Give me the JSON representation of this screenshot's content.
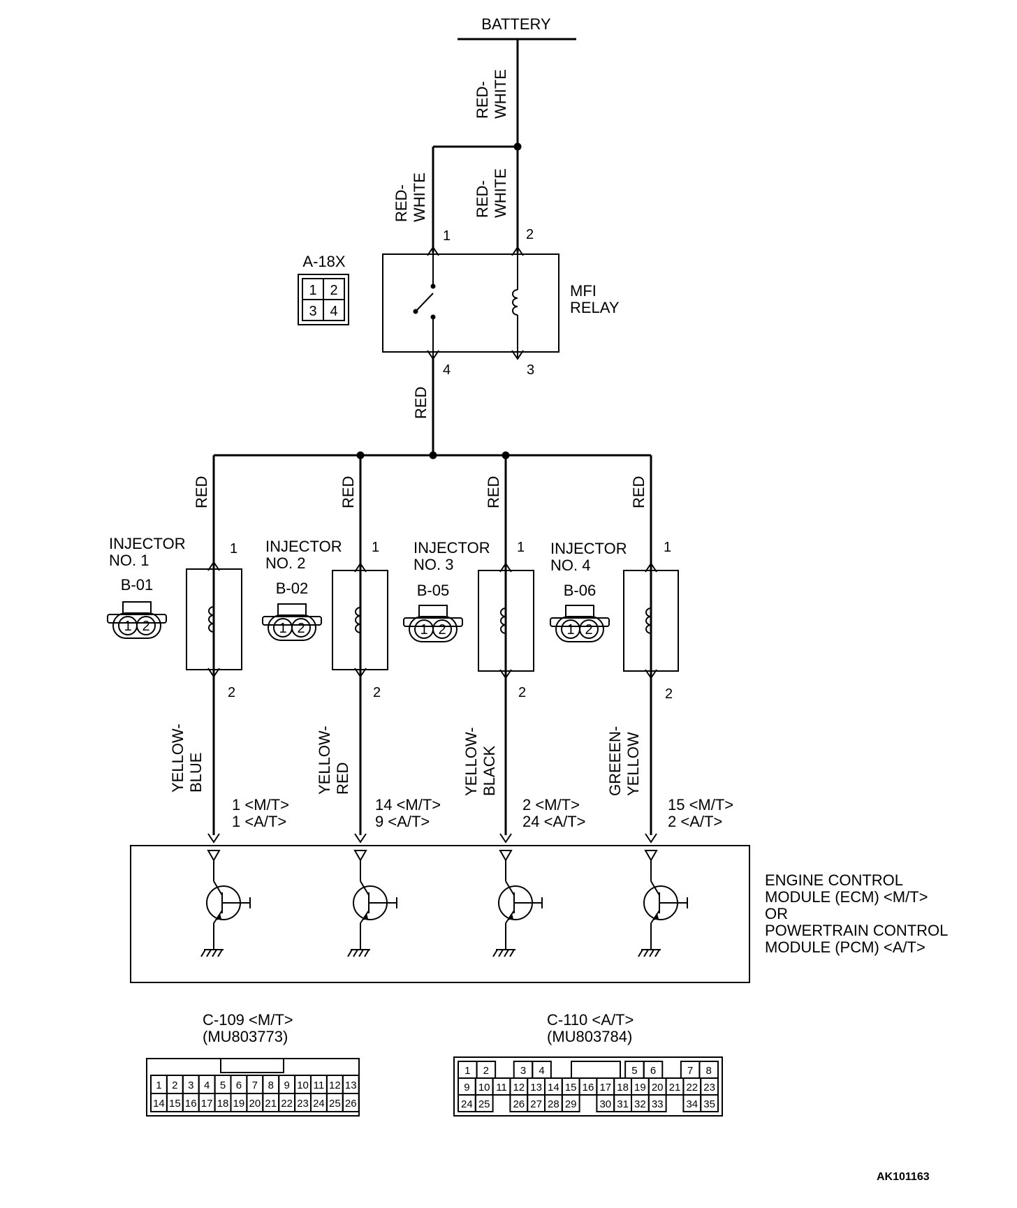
{
  "battery": "BATTERY",
  "wires": {
    "battery_main": [
      "RED-",
      "WHITE"
    ],
    "relay_pin1": [
      "RED-",
      "WHITE"
    ],
    "relay_pin2": [
      "RED-",
      "WHITE"
    ],
    "relay_out": "RED",
    "inj1_supply": "RED",
    "inj2_supply": "RED",
    "inj3_supply": "RED",
    "inj4_supply": "RED",
    "inj1_signal": [
      "YELLOW-",
      "BLUE"
    ],
    "inj2_signal": [
      "YELLOW-",
      "RED"
    ],
    "inj3_signal": [
      "YELLOW-",
      "BLACK"
    ],
    "inj4_signal": [
      "GREEEN-",
      "YELLOW"
    ]
  },
  "relay": {
    "name": [
      "MFI",
      "RELAY"
    ],
    "connector_id": "A-18X",
    "pins": [
      "1",
      "2",
      "3",
      "4"
    ]
  },
  "injectors": [
    {
      "name": [
        "INJECTOR",
        "NO. 1"
      ],
      "connector": "B-01",
      "pin_top": "1",
      "pin_bottom": "2",
      "ecm_pins": [
        "1 <M/T>",
        "1 <A/T>"
      ]
    },
    {
      "name": [
        "INJECTOR",
        "NO. 2"
      ],
      "connector": "B-02",
      "pin_top": "1",
      "pin_bottom": "2",
      "ecm_pins": [
        "14 <M/T>",
        "9 <A/T>"
      ]
    },
    {
      "name": [
        "INJECTOR",
        "NO. 3"
      ],
      "connector": "B-05",
      "pin_top": "1",
      "pin_bottom": "2",
      "ecm_pins": [
        "2 <M/T>",
        "24 <A/T>"
      ]
    },
    {
      "name": [
        "INJECTOR",
        "NO. 4"
      ],
      "connector": "B-06",
      "pin_top": "1",
      "pin_bottom": "2",
      "ecm_pins": [
        "15 <M/T>",
        "2 <A/T>"
      ]
    }
  ],
  "injector_connector_pins": [
    "1",
    "2"
  ],
  "ecm": {
    "label": [
      "ENGINE CONTROL",
      "MODULE (ECM) <M/T>",
      "OR",
      "POWERTRAIN CONTROL",
      "MODULE (PCM) <A/T>"
    ]
  },
  "connectors": [
    {
      "title": "C-109 <M/T>",
      "part": "(MU803773)",
      "row1": [
        "1",
        "2",
        "3",
        "4",
        "5",
        "6",
        "7",
        "8",
        "9",
        "10",
        "11",
        "12",
        "13"
      ],
      "row2": [
        "14",
        "15",
        "16",
        "17",
        "18",
        "19",
        "20",
        "21",
        "22",
        "23",
        "24",
        "25",
        "26"
      ]
    },
    {
      "title": "C-110 <A/T>",
      "part": "(MU803784)",
      "row1": [
        "1",
        "2",
        "",
        "3",
        "4",
        "",
        "",
        "",
        "",
        "5",
        "6",
        "",
        "7",
        "8"
      ],
      "row2": [
        "9",
        "10",
        "11",
        "12",
        "13",
        "14",
        "15",
        "16",
        "17",
        "18",
        "19",
        "20",
        "21",
        "22",
        "23"
      ],
      "row3": [
        "24",
        "25",
        "",
        "26",
        "27",
        "28",
        "29",
        "",
        "30",
        "31",
        "32",
        "33",
        "",
        "34",
        "35"
      ]
    }
  ],
  "figure_id": "AK101163"
}
